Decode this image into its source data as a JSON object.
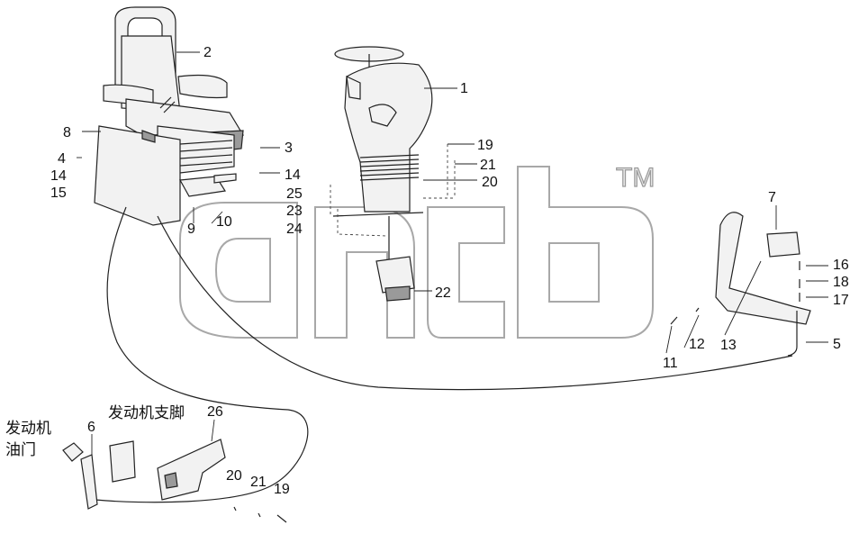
{
  "watermark": {
    "trademark": "TM"
  },
  "labels": {
    "throttle_top": "发动机",
    "throttle_bottom": "油门",
    "engine_bracket": "发动机支脚"
  },
  "callouts": {
    "n1": "1",
    "n2": "2",
    "n3": "3",
    "n4": "4",
    "n5": "5",
    "n6": "6",
    "n7": "7",
    "n8": "8",
    "n9": "9",
    "n10": "10",
    "n11": "11",
    "n12": "12",
    "n13": "13",
    "n14a": "14",
    "n14b": "14",
    "n15": "15",
    "n16": "16",
    "n17": "17",
    "n18": "18",
    "n19a": "19",
    "n19b": "19",
    "n20a": "20",
    "n20b": "20",
    "n21a": "21",
    "n21b": "21",
    "n22": "22",
    "n23": "23",
    "n24": "24",
    "n25": "25",
    "n26": "26"
  }
}
